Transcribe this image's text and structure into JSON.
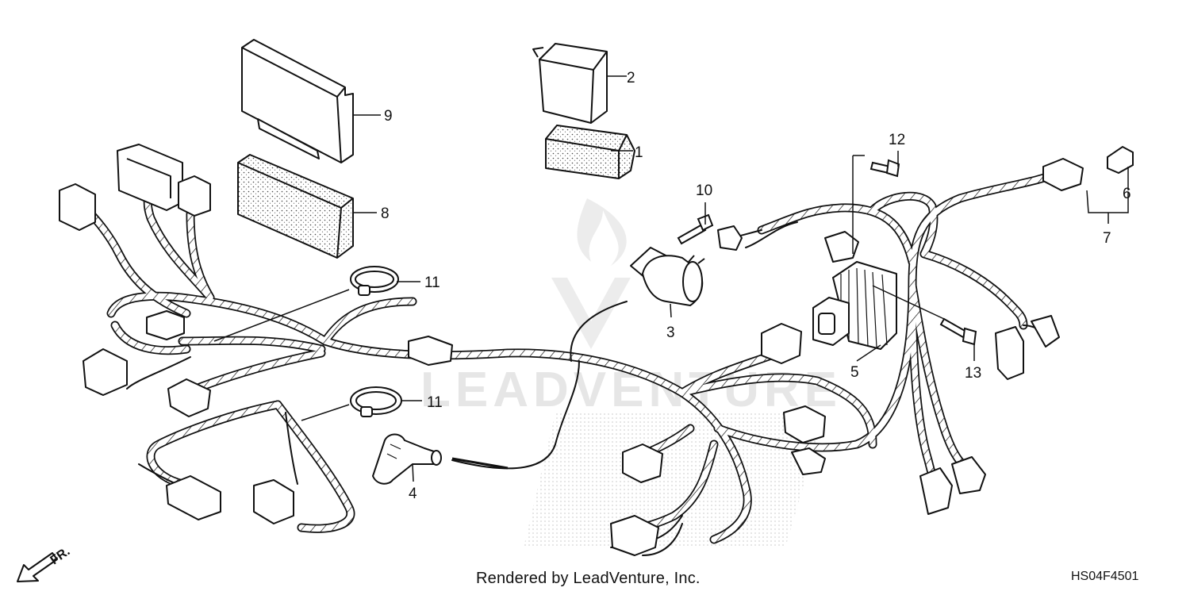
{
  "diagram": {
    "footer_credit": "Rendered by LeadVenture, Inc.",
    "diagram_code": "HS04F4501",
    "direction_label": "FR.",
    "watermark_text": "LEADVENTURE",
    "callouts": [
      {
        "id": "1",
        "label": "1"
      },
      {
        "id": "2",
        "label": "2"
      },
      {
        "id": "3",
        "label": "3"
      },
      {
        "id": "4",
        "label": "4"
      },
      {
        "id": "5",
        "label": "5"
      },
      {
        "id": "6",
        "label": "6"
      },
      {
        "id": "7",
        "label": "7"
      },
      {
        "id": "8",
        "label": "8"
      },
      {
        "id": "9",
        "label": "9"
      },
      {
        "id": "10",
        "label": "10"
      },
      {
        "id": "11a",
        "label": "11"
      },
      {
        "id": "11b",
        "label": "11"
      },
      {
        "id": "12",
        "label": "12"
      },
      {
        "id": "13a",
        "label": "13"
      }
    ],
    "colors": {
      "line": "#111111",
      "watermark": "#e6e6e6",
      "background": "#ffffff"
    }
  }
}
